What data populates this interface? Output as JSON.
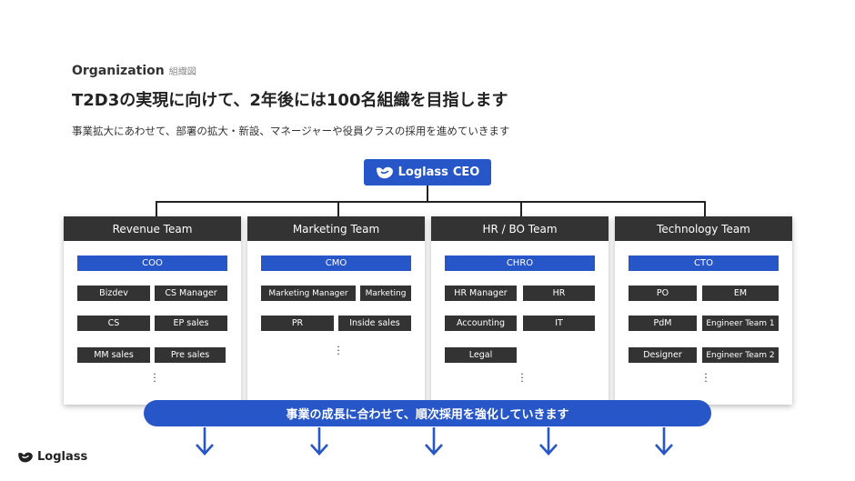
{
  "header": {
    "section": "Organization",
    "section_sub": "組織図",
    "headline": "T2D3の実現に向けて、2年後には100名組織を目指します",
    "subline": "事業拡大にあわせて、部署の拡大・新設、マネージャーや役員クラスの採用を進めていきます"
  },
  "ceo": {
    "brand": "Loglass",
    "title": "CEO",
    "color": "#2756c8"
  },
  "teams": [
    {
      "name": "Revenue Team",
      "lead": "COO",
      "roles": [
        "Bizdev",
        "CS Manager",
        "CS",
        "EP sales",
        "MM sales",
        "Pre sales"
      ]
    },
    {
      "name": "Marketing Team",
      "lead": "CMO",
      "roles": [
        "Marketing Manager",
        "Marketing",
        "PR",
        "Inside sales"
      ]
    },
    {
      "name": "HR / BO Team",
      "lead": "CHRO",
      "roles": [
        "HR Manager",
        "HR",
        "Accounting",
        "IT",
        "Legal"
      ]
    },
    {
      "name": "Technology Team",
      "lead": "CTO",
      "roles": [
        "PO",
        "EM",
        "PdM",
        "Engineer Team 1",
        "Designer",
        "Engineer Team 2"
      ]
    }
  ],
  "banner": "事業の成長に合わせて、順次採用を強化していきます",
  "footer": {
    "brand": "Loglass"
  },
  "colors": {
    "accent": "#2756c8",
    "dark": "#333333"
  },
  "icons": [
    "loglass-bird-icon",
    "down-arrow-icon",
    "more-dots-icon"
  ]
}
